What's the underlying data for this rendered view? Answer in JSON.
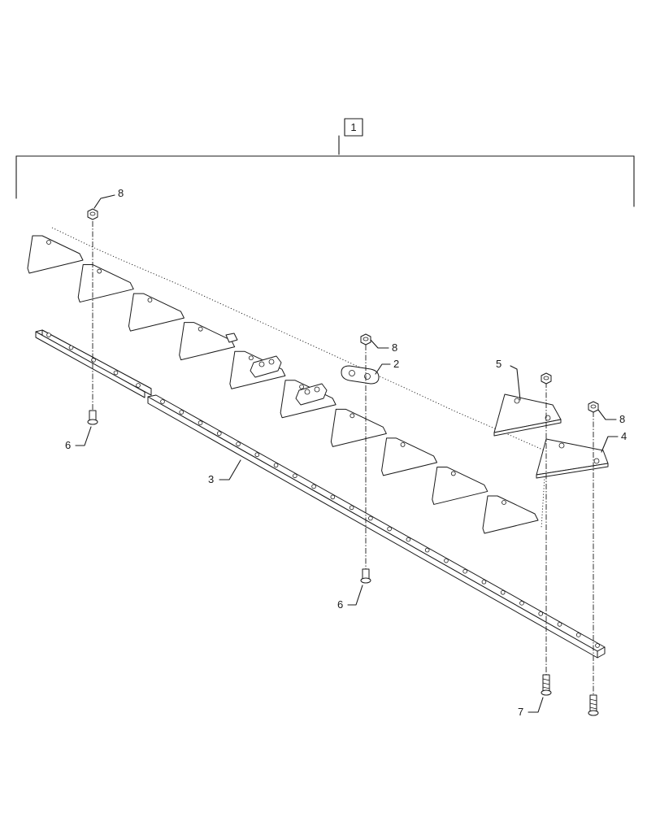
{
  "callouts": {
    "c1": "1",
    "c2": "2",
    "c3": "3",
    "c4": "4",
    "c5": "5",
    "c6a": "6",
    "c6b": "6",
    "c7": "7",
    "c8a": "8",
    "c8b": "8",
    "c8c": "8"
  }
}
